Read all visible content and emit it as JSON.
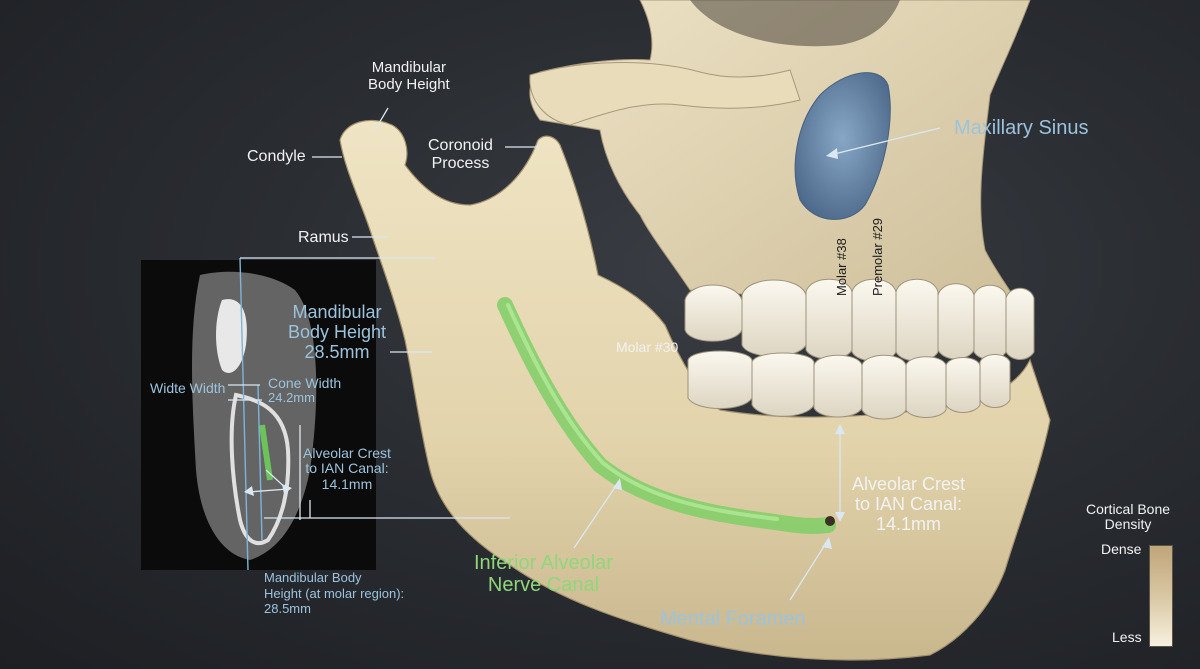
{
  "labels": {
    "mandibular_body_height_top": [
      "Mandibular",
      "Body Height"
    ],
    "condyle": "Condyle",
    "coronoid_process": [
      "Coronoid",
      "Process"
    ],
    "ramus": "Ramus",
    "maxillary_sinus": "Maxillary Sinus",
    "molar_38": "Molar #38",
    "premolar_29": "Premolar #29",
    "molar_30": "Molar #30",
    "mandibular_body_height_main": [
      "Mandibular",
      "Body Height",
      "28.5mm"
    ],
    "alveolar_crest_main": [
      "Alveolar Crest",
      "to IAN Canal:",
      "14.1mm"
    ],
    "inferior_alveolar": [
      "Inferior Alveolar",
      "Nerve Canal"
    ],
    "mental_foramen": "Mental Foramen"
  },
  "ct_inset": {
    "widte_width": "Widte Width",
    "cone_width": [
      "Cone Width",
      "24.2mm"
    ],
    "alveolar_crest": [
      "Alveolar Crest",
      "to IAN Canal:",
      "14.1mm"
    ],
    "mandibular_body_height": [
      "Mandibular Body",
      "Height (at molar region):",
      "28.5mm"
    ]
  },
  "legend": {
    "title": [
      "Cortical Bone",
      "Density"
    ],
    "top": "Dense",
    "bottom": "Less",
    "colors": {
      "dense": "#bfa57a",
      "less": "#f7f0df"
    }
  },
  "colors": {
    "bone": "#e6d9b6",
    "nerve": "#8fd77a",
    "sinus": "#5f86b3",
    "leader": "#dbe8f2"
  }
}
